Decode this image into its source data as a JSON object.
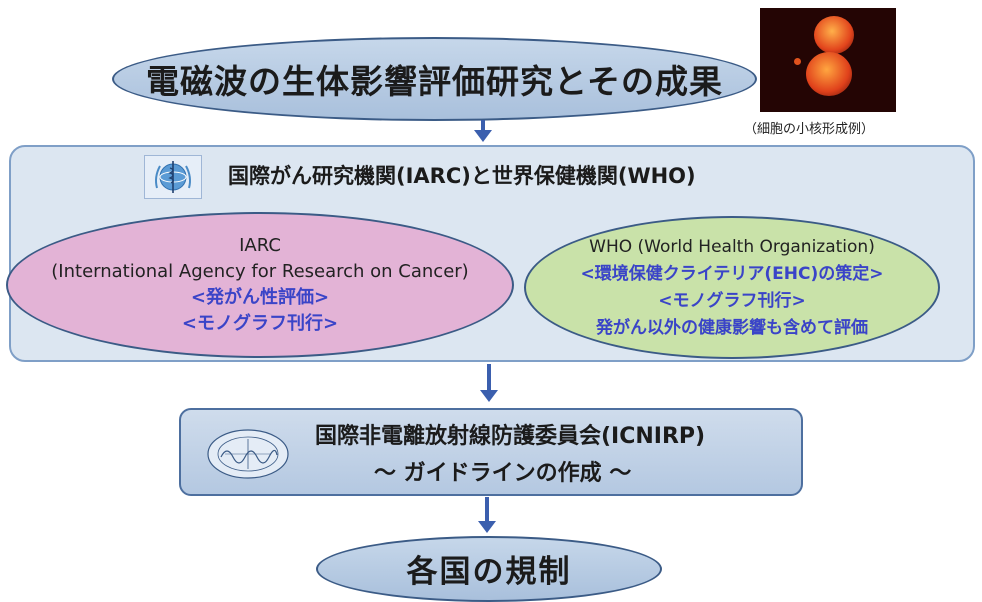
{
  "title": "電磁波の生体影響評価研究とその成果",
  "image_caption": "（細胞の小核形成例）",
  "org_panel": {
    "title": "国際がん研究機関(IARC)と世界保健機関(WHO)"
  },
  "iarc": {
    "name": "IARC",
    "full_name": "(International Agency for Research on Cancer)",
    "role1": "<発がん性評価>",
    "role2": "<モノグラフ刊行>"
  },
  "who": {
    "name": "WHO (World Health Organization)",
    "role1": "<環境保健クライテリア(EHC)の策定>",
    "role2": "<モノグラフ刊行>",
    "role3": "発がん以外の健康影響も含めて評価"
  },
  "icnirp": {
    "title": "国際非電離放射線防護委員会(ICNIRP)",
    "subtitle": "〜  ガイドラインの作成  〜"
  },
  "bottom": "各国の規制",
  "colors": {
    "arrow": "#3b5fae",
    "ellipse_border": "#3b5b86",
    "iarc_fill": "#e3b3d6",
    "who_fill": "#c9e2a9",
    "panel_fill": "#dce6f1",
    "highlight_text": "#3a44c8"
  }
}
